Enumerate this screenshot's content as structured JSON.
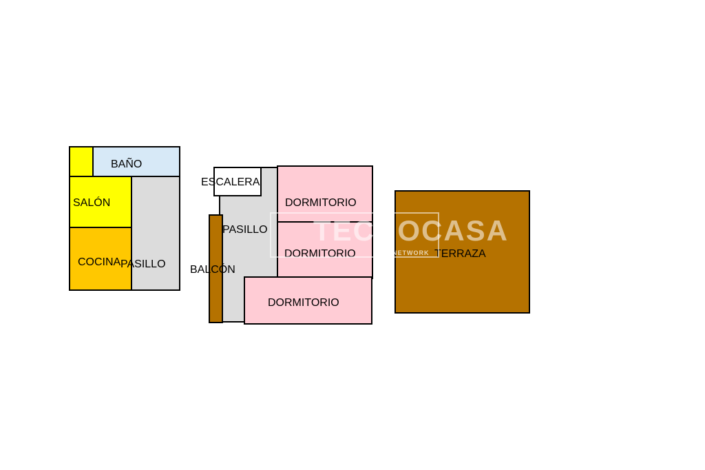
{
  "unit_left": {
    "bano": "BAÑO",
    "salon": "SALÓN",
    "cocina": "COCINA",
    "pasillo": "PASILLO"
  },
  "unit_center": {
    "escalera": "ESCALERA",
    "pasillo": "PASILLO",
    "balcon": "BALCÓN",
    "dormitorio_1": "DORMITORIO",
    "dormitorio_2": "DORMITORIO",
    "dormitorio_3": "DORMITORIO"
  },
  "unit_right": {
    "terraza": "TERRAZA"
  },
  "watermark": {
    "brand": "TECNOCASA",
    "tagline": "NETWORK"
  },
  "colors": {
    "bath": "#d7e9f7",
    "living": "#ffff00",
    "kitchen": "#ffc800",
    "hallway": "#dcdcdc",
    "bedroom": "#ffccd5",
    "terrace": "#b57200"
  }
}
